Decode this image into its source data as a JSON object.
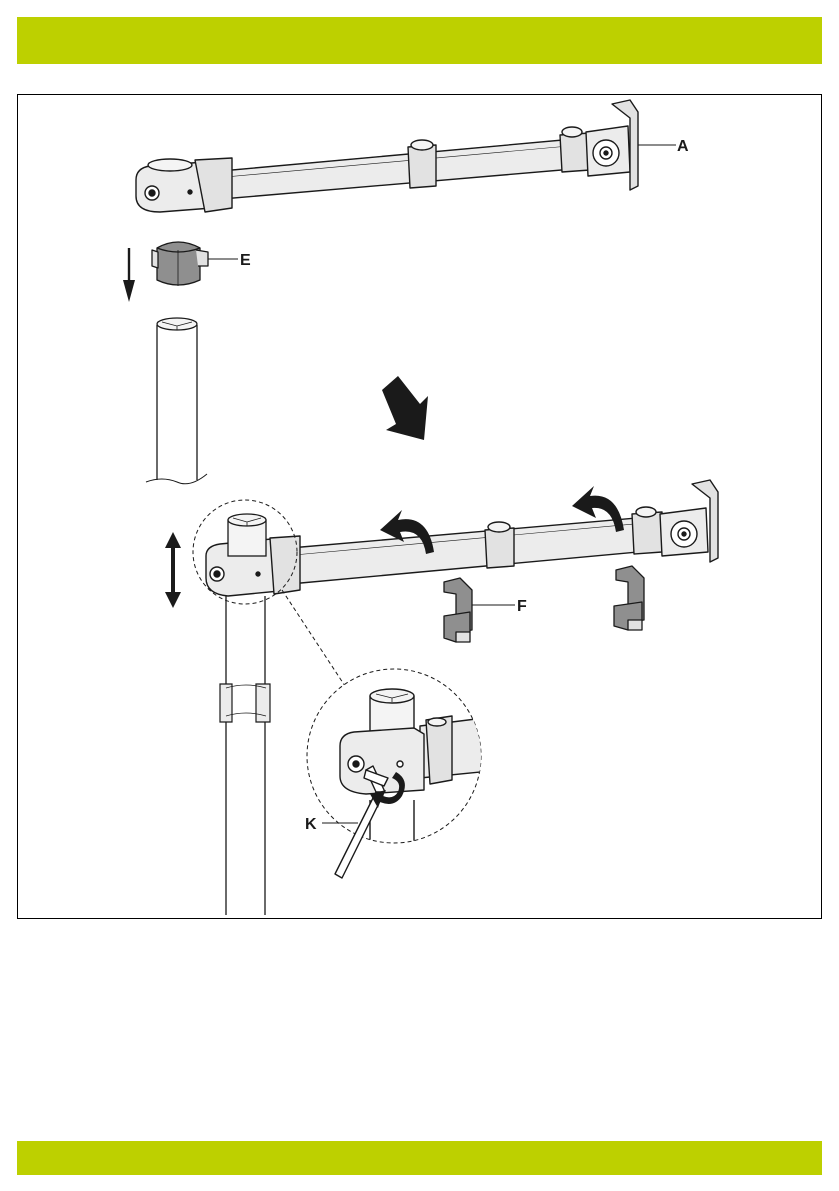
{
  "colors": {
    "accent": "#bdd000",
    "line": "#1a1a1a",
    "metal": "#ececec",
    "clip": "#8f8f8f"
  },
  "labels": {
    "arm": "A",
    "cable_clip": "E",
    "cable_clamp": "F",
    "hex_key": "K"
  }
}
